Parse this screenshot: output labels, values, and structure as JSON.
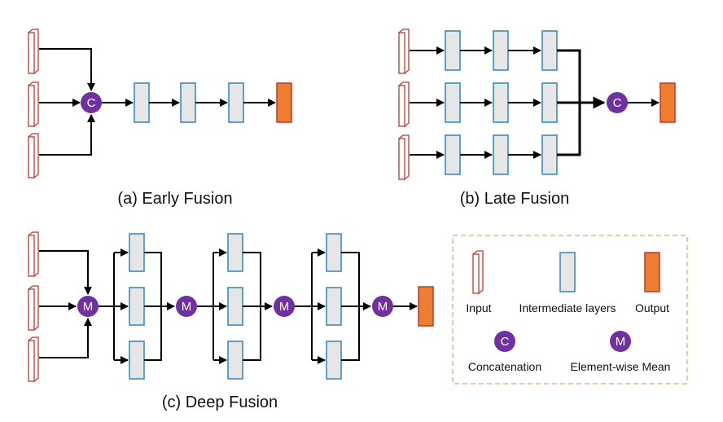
{
  "panels": {
    "early": {
      "caption": "(a) Early Fusion"
    },
    "late": {
      "caption": "(b) Late Fusion"
    },
    "deep": {
      "caption": "(c) Deep Fusion"
    }
  },
  "symbols": {
    "concat": "C",
    "mean": "M"
  },
  "legend": {
    "input": "Input",
    "intermediate": "Intermediate layers",
    "output": "Output",
    "concat": "Concatenation",
    "mean": "Element-wise Mean"
  },
  "colors": {
    "input_stroke": "#c0392b",
    "layer_fill": "#e6e6e6",
    "layer_stroke": "#2e86c1",
    "output_fill": "#ed7d31",
    "output_stroke": "#c0392b",
    "node_fill": "#7030a0",
    "legend_border": "#f4b183"
  }
}
